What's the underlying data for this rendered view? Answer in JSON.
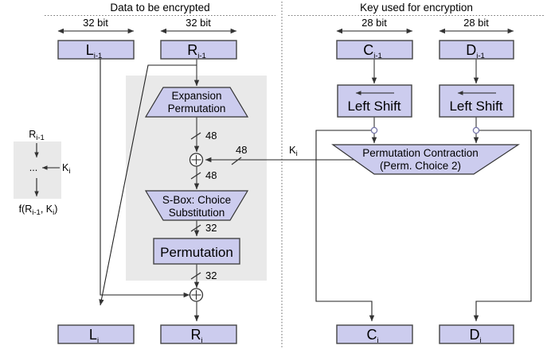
{
  "headers": {
    "left": "Data to be encrypted",
    "right": "Key used for encryption"
  },
  "bit_labels": {
    "left_data": "32 bit",
    "right_data": "32 bit",
    "left_key": "28 bit",
    "right_key": "28 bit"
  },
  "registers": {
    "l_prev": {
      "base": "L",
      "sub": "i-1"
    },
    "r_prev": {
      "base": "R",
      "sub": "i-1"
    },
    "c_prev": {
      "base": "C",
      "sub": "i-1"
    },
    "d_prev": {
      "base": "D",
      "sub": "i-1"
    },
    "l_next": {
      "base": "L",
      "sub": "i"
    },
    "r_next": {
      "base": "R",
      "sub": "i"
    },
    "c_next": {
      "base": "C",
      "sub": "i"
    },
    "d_next": {
      "base": "D",
      "sub": "i"
    }
  },
  "blocks": {
    "expansion_line1": "Expansion",
    "expansion_line2": "Permutation",
    "sbox_line1": "S-Box: Choice",
    "sbox_line2": "Substitution",
    "permutation": "Permutation",
    "left_shift_1": "Left Shift",
    "left_shift_2": "Left Shift",
    "contraction_line1": "Permutation Contraction",
    "contraction_line2": "(Perm. Choice 2)"
  },
  "wire_labels": {
    "expansion_out": "48",
    "key_in": "48",
    "xor_out": "48",
    "sbox_out": "32",
    "perm_out": "32",
    "subkey": {
      "base": "K",
      "sub": "i"
    }
  },
  "legend": {
    "input": {
      "base": "R",
      "sub": "i-1"
    },
    "key": {
      "base": "K",
      "sub": "i"
    },
    "dots": "...",
    "caption_prefix": "f(R",
    "caption_sub1": "i-1",
    "caption_mid": ", K",
    "caption_sub2": "i",
    "caption_suffix": ")"
  },
  "colors": {
    "block_fill": "#ccccee",
    "panel_fill": "#e9e9e9",
    "stroke": "#333333"
  }
}
